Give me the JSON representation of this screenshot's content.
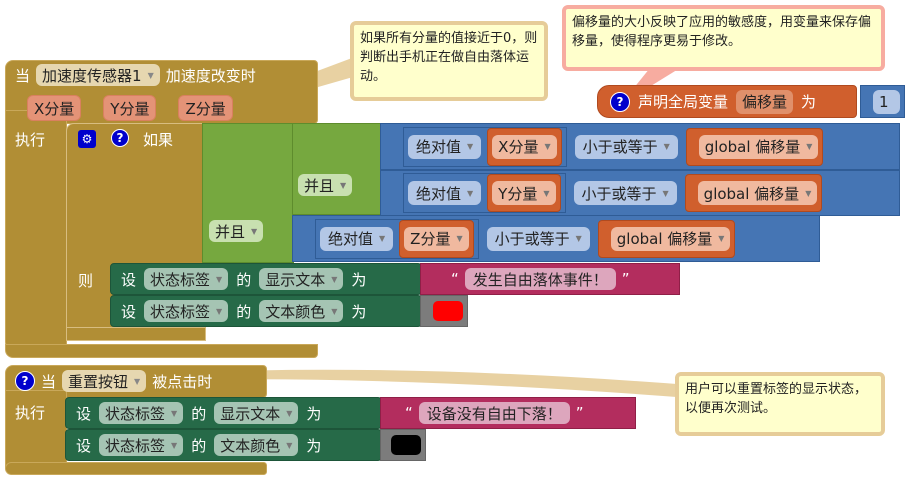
{
  "event1": {
    "when": "当",
    "component": "加速度传感器1",
    "event": "加速度改变时",
    "params": [
      "X分量",
      "Y分量",
      "Z分量"
    ],
    "do": "执行"
  },
  "if_block": {
    "if": "如果",
    "then": "则"
  },
  "and_label": "并且",
  "comparisons": [
    {
      "abs": "绝对值",
      "var": "X分量",
      "op": "小于或等于",
      "rhs": "global 偏移量"
    },
    {
      "abs": "绝对值",
      "var": "Y分量",
      "op": "小于或等于",
      "rhs": "global 偏移量"
    },
    {
      "abs": "绝对值",
      "var": "Z分量",
      "op": "小于或等于",
      "rhs": "global 偏移量"
    }
  ],
  "set_blocks": {
    "set": "设",
    "of": "的",
    "to": "为",
    "component": "状态标签",
    "prop_text": "显示文本",
    "prop_color": "文本颜色"
  },
  "then_text": "发生自由落体事件！",
  "then_color": "#ff0000",
  "global_var": {
    "declare": "声明全局变量",
    "name": "偏移量",
    "to": "为",
    "value": "1"
  },
  "event2": {
    "when": "当",
    "component": "重置按钮",
    "event": "被点击时",
    "do": "执行"
  },
  "reset_text": "设备没有自由下落！",
  "reset_color": "#000000",
  "quote_open": "“",
  "quote_close": "”",
  "comments": {
    "c1": "如果所有分量的值接近于0，则判断出手机正在做自由落体运动。",
    "c2": "偏移量的大小反映了应用的敏感度，用变量来保存偏移量，使得程序更易于修改。",
    "c3": "用户可以重置标签的显示状态，以便再次测试。"
  }
}
